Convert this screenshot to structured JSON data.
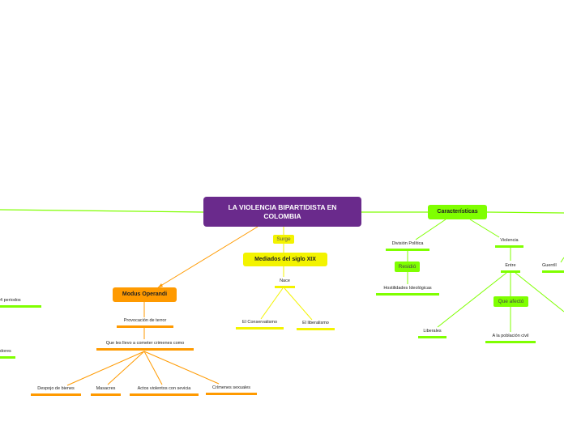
{
  "root": {
    "title_line1": "LA VIOLENCIA BIPARTIDISTA EN",
    "title_line2": "COLOMBIA"
  },
  "modus": {
    "label": "Modus Operandi",
    "provocacion": "Provocación de terror",
    "cometer": "Que les llevo a cometer crimenes como",
    "items": [
      "Despojo de bienes",
      "Masacres",
      "Actos violentos con sevicia",
      "Crímenes sexuales"
    ]
  },
  "surge": {
    "tag": "Surge",
    "mediados": "Mediados del siglo XIX",
    "nace": "Nace",
    "items": [
      "El Conservatismo",
      "El liberalismo"
    ]
  },
  "caracteristicas": {
    "label": "Características",
    "division": "División Política",
    "residio": "Residió",
    "hostilidades": "Hostilidades Ideológicas",
    "violencia": "Violencia",
    "entre": "Entre",
    "que_afecto": "Que afectó",
    "poblacion": "A la población civil",
    "liberales": "Liberales",
    "guerrilla_partial": "Guerrill"
  },
  "left_partial": {
    "periodos": "4 periodos",
    "dores": "dores"
  },
  "colors": {
    "root": "#6a2a8c",
    "orange": "#ff9a00",
    "yellow": "#f3f300",
    "green": "#7fff00"
  }
}
